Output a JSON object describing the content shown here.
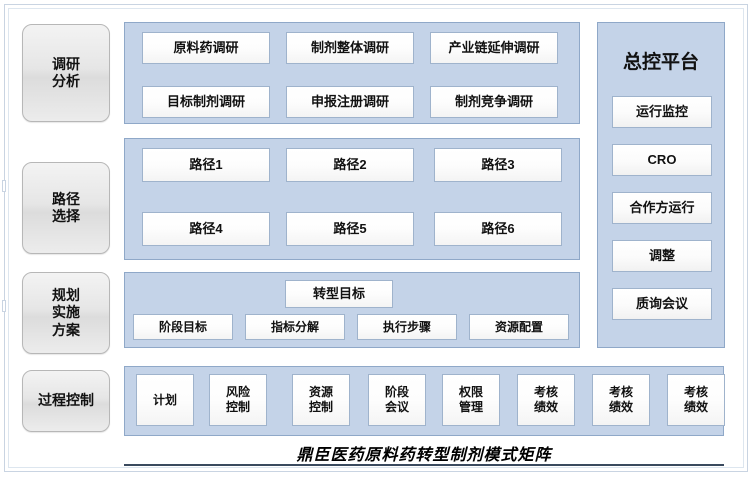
{
  "diagram": {
    "caption": "鼎臣医药原料药转型制剂模式矩阵",
    "colors": {
      "panel_blue": "#c4d3e8",
      "panel_border": "#8fa8c8",
      "category_grey": "#e6e6e6",
      "item_white": "#ffffff",
      "text": "#111111"
    },
    "rows": [
      {
        "category": "调研\n分析",
        "category_line1": "调研",
        "category_line2": "分析",
        "items": [
          "原料药调研",
          "制剂整体调研",
          "产业链延伸调研",
          "目标制剂调研",
          "申报注册调研",
          "制剂竞争调研"
        ]
      },
      {
        "category_line1": "路径",
        "category_line2": "选择",
        "items": [
          "路径1",
          "路径2",
          "路径3",
          "路径4",
          "路径5",
          "路径6"
        ]
      },
      {
        "category_line1": "规划",
        "category_line2": "实施",
        "category_line3": "方案",
        "top_item": "转型目标",
        "items": [
          "阶段目标",
          "指标分解",
          "执行步骤",
          "资源配置"
        ]
      },
      {
        "category_line1": "过程控制",
        "items": [
          "计划",
          "风险\n控制",
          "资源\n控制",
          "阶段\n会议",
          "权限\n管理",
          "考核\n绩效",
          "考核\n绩效",
          "考核\n绩效"
        ],
        "items_lines": [
          [
            "计划"
          ],
          [
            "风险",
            "控制"
          ],
          [
            "资源",
            "控制"
          ],
          [
            "阶段",
            "会议"
          ],
          [
            "权限",
            "管理"
          ],
          [
            "考核",
            "绩效"
          ],
          [
            "考核",
            "绩效"
          ],
          [
            "考核",
            "绩效"
          ]
        ]
      }
    ],
    "right_panel": {
      "title": "总控平台",
      "buttons": [
        "运行监控",
        "CRO",
        "合作方运行",
        "调整",
        "质询会议"
      ]
    }
  }
}
